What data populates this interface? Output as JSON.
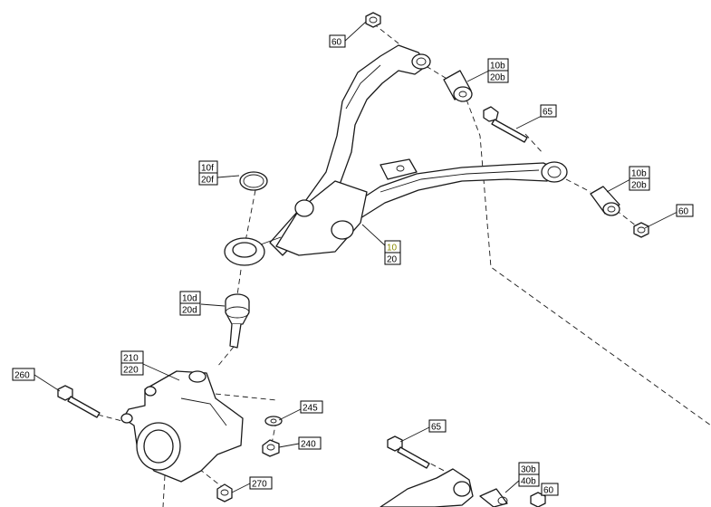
{
  "labels": {
    "c60_top": "60",
    "c10b_top_a": "10b",
    "c10b_top_b": "20b",
    "c65_top": "65",
    "c10f_a": "10f",
    "c10f_b": "20f",
    "c10b_right_a": "10b",
    "c10b_right_b": "20b",
    "c60_right": "60",
    "c10_a": "10",
    "c10_b": "20",
    "c10d_a": "10d",
    "c10d_b": "20d",
    "c210_a": "210",
    "c210_b": "220",
    "c260": "260",
    "c245": "245",
    "c240": "240",
    "c270": "270",
    "c65_bottom": "65",
    "c30b_a": "30b",
    "c30b_b": "40b",
    "c60_bottom": "60"
  },
  "colors": {
    "line": "#1a1a1a",
    "highlight_label": "#8a8a00"
  }
}
